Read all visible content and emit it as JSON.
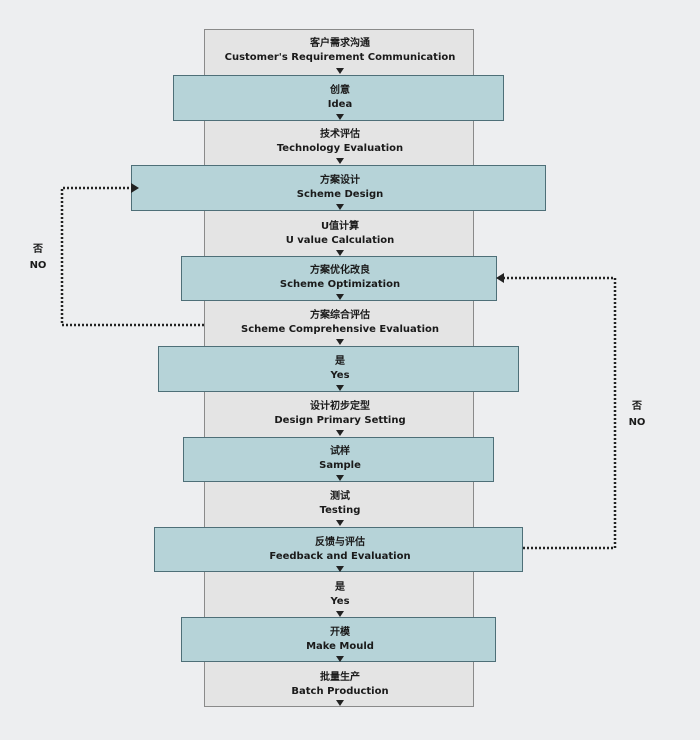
{
  "steps": [
    {
      "cn": "客户需求沟通",
      "en": "Customer's Requirement Communication"
    },
    {
      "cn": "创意",
      "en": "Idea"
    },
    {
      "cn": "技术评估",
      "en": "Technology Evaluation"
    },
    {
      "cn": "方案设计",
      "en": "Scheme Design"
    },
    {
      "cn": "U值计算",
      "en": "U value Calculation"
    },
    {
      "cn": "方案优化改良",
      "en": "Scheme Optimization"
    },
    {
      "cn": "方案综合评估",
      "en": "Scheme Comprehensive Evaluation"
    },
    {
      "cn": "是",
      "en": "Yes"
    },
    {
      "cn": "设计初步定型",
      "en": "Design Primary Setting"
    },
    {
      "cn": "试样",
      "en": "Sample"
    },
    {
      "cn": "测试",
      "en": "Testing"
    },
    {
      "cn": "反馈与评估",
      "en": "Feedback and Evaluation"
    },
    {
      "cn": "是",
      "en": "Yes"
    },
    {
      "cn": "开模",
      "en": "Make Mould"
    },
    {
      "cn": "批量生产",
      "en": "Batch Production"
    }
  ],
  "loops": {
    "left": {
      "cn": "否",
      "en": "NO"
    },
    "right": {
      "cn": "否",
      "en": "NO"
    }
  },
  "colors": {
    "background": "#edeef0",
    "spine": "#e4e4e4",
    "box_fill": "#b6d3d8",
    "box_border": "#4e6f78",
    "text": "#1a1a1a"
  }
}
